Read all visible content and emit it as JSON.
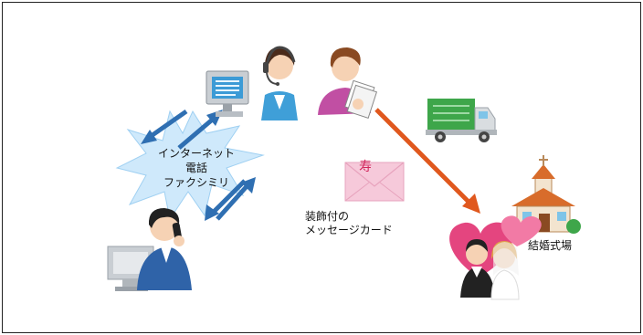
{
  "burst": {
    "line1": "インターネット",
    "line2": "電話",
    "line3": "ファクシミリ"
  },
  "card": {
    "line1": "装飾付の",
    "line2": "メッセージカード",
    "stamp": "寿"
  },
  "venue": {
    "label": "結婚式場"
  },
  "colors": {
    "burst": "#cfe9fb",
    "arrow_blue": "#2f6fb2",
    "arrow_orange": "#e0581e",
    "truck_green": "#3ea64a",
    "heart_pink": "#e4457f",
    "church_roof": "#d86c2b",
    "card_pink": "#f6c9da"
  }
}
